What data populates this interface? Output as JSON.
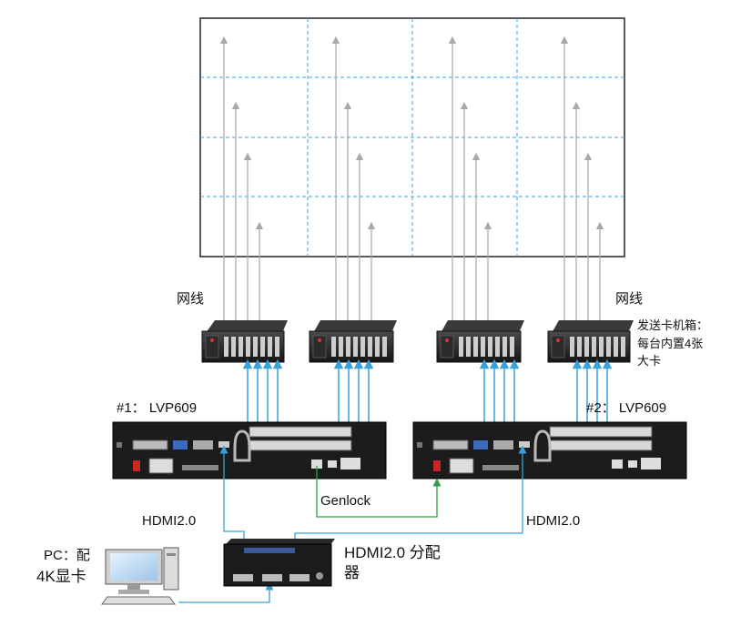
{
  "labels": {
    "net_left": "网线",
    "net_right": "网线",
    "sender_note_line1": "发送卡机箱：",
    "sender_note_line2": "每台内置4张",
    "sender_note_line3": "大卡",
    "proc1": "#1：  LVP609",
    "proc2": "#2：  LVP609",
    "genlock": "Genlock",
    "hdmi_left": "HDMI2.0",
    "hdmi_right": "HDMI2.0",
    "splitter_line1": "HDMI2.0 分配",
    "splitter_line2": "器",
    "pc_line1": "PC：配",
    "pc_line2": "4K显卡"
  },
  "colors": {
    "grid_dash": "#3aa0d8",
    "arrow_gray": "#a8a8a8",
    "hdmi_line": "#3aa0d8",
    "genlock_line": "#2e9e4a",
    "device_body": "#1c1c1c"
  }
}
